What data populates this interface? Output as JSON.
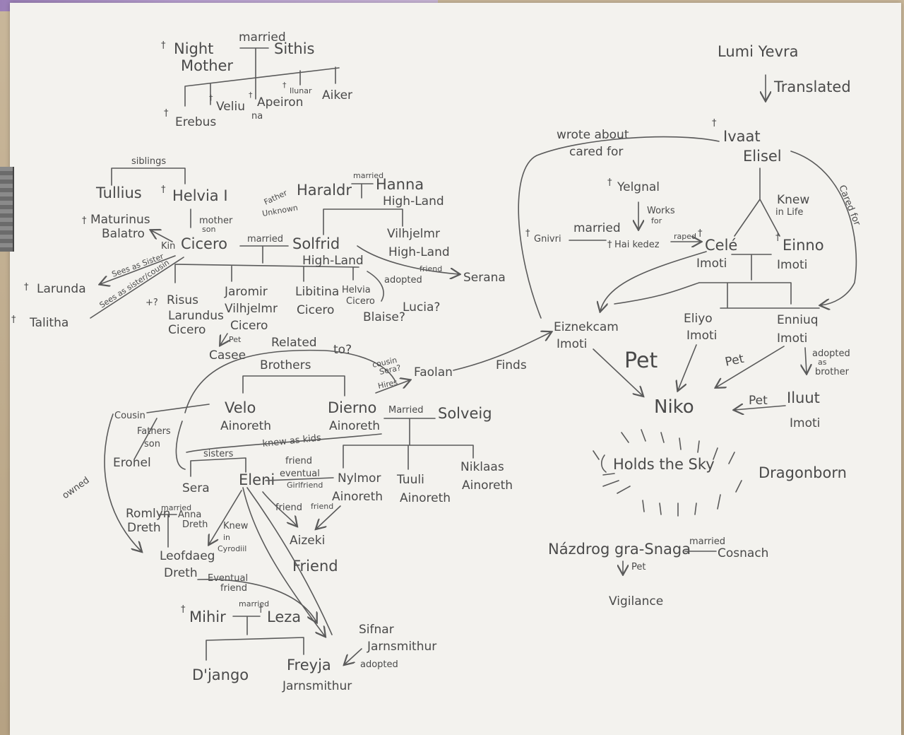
{
  "labels": {
    "night_mother_name": "Night",
    "night_mother_name2": "Mother",
    "sithis": "Sithis",
    "married_1": "married",
    "dagger": "†",
    "erebus": "Erebus",
    "veliuana": "Veliu",
    "veliuana2": "na",
    "apeiron": "Apeiron",
    "ilunar": "Ilunar",
    "aiker": "Aiker",
    "siblings": "siblings",
    "tullius": "Tullius",
    "helvia": "Helvia I",
    "maturinus": "Maturinus",
    "balatro": "Balatro",
    "kin": "Kin",
    "cicero": "Cicero",
    "mother_son": "mother",
    "mother_son2": "son",
    "father_unknown": "Father",
    "father_unknown2": "Unknown",
    "haraldr": "Haraldr",
    "hanna": "Hanna",
    "hanna2": "High-Land",
    "married_2": "married",
    "married_3": "married",
    "solfrid": "Solfrid",
    "solfrid2": "High-Land",
    "vilhjelmr": "Vilhjelmr",
    "vilhjelmr2": "High-Land",
    "friend_1": "friend",
    "serana": "Serana",
    "adopted_1": "adopted",
    "larunda": "Larunda",
    "talitha": "Talitha",
    "sees_as_sister_1": "Sees as Sister",
    "sees_as_sister_2": "Sees as sister/cousin",
    "risus": "Risus",
    "risus2": "Larundus",
    "risus3": "Cicero",
    "q2": "+?",
    "jaromir": "Jaromir",
    "jaromir2": "Vilhjelmr",
    "jaromir3": "Cicero",
    "libitina": "Libitina",
    "libitina2": "Cicero",
    "helvia2": "Helvia",
    "helvia2b": "Cicero",
    "blaise": "Blaise?",
    "lucia": "Lucia?",
    "pet_1": "Pet",
    "casee": "Casee",
    "related": "Related",
    "to_q": "to?",
    "cousin_sera": "cousin",
    "cousin_sera2": "Sera?",
    "hires": "Hires",
    "faolan": "Faolan",
    "finds": "Finds",
    "brothers": "Brothers",
    "cousin_1": "Cousin",
    "fathers_son": "Fathers",
    "fathers_son2": "son",
    "velo": "Velo",
    "velo2": "Ainoreth",
    "dierno": "Dierno",
    "dierno2": "Ainoreth",
    "married_4": "Married",
    "solveig": "Solveig",
    "knew_as_kids": "knew as kids",
    "owned": "owned",
    "eronel": "Eronel",
    "sisters": "sisters",
    "sera": "Sera",
    "eleni": "Eleni",
    "friend_eventual": "friend",
    "friend_eventual2": "eventual",
    "friend_eventual3": "Girlfriend",
    "nylmor": "Nylmor",
    "nylmor2": "Ainoreth",
    "tuuli": "Tuuli",
    "tuuli2": "Ainoreth",
    "niklaas": "Niklaas",
    "niklaas2": "Ainoreth",
    "romlyn": "Romlyn",
    "romlyn2": "Dreth",
    "married_5": "married",
    "anna": "Anna",
    "anna2": "Dreth",
    "knew_cyrodiil": "Knew",
    "knew_cyrodiil2": "in",
    "knew_cyrodiil3": "Cyrodiil",
    "friend_2": "friend",
    "friend_3": "friend",
    "aizeki": "Aizeki",
    "friend_big": "Friend",
    "leofdaeg": "Leofdaeg",
    "leofdaeg2": "Dreth",
    "eventual_friend": "Eventual",
    "eventual_friend2": "friend",
    "mihir": "Mihir",
    "married_6": "married",
    "leza": "Leza",
    "sifnar": "Sifnar",
    "sifnar2": "Jarnsmithur",
    "adopted_2": "adopted",
    "django": "D'jango",
    "freyja": "Freyja",
    "freyja2": "Jarnsmithur",
    "lumi_yevra": "Lumi Yevra",
    "translated": "Translated",
    "wrote_about": "wrote about",
    "cared_for": "cared for",
    "ivaat": "Ivaat",
    "ivaat2": "Elisel",
    "cared_for_2": "Cared for",
    "yelgnal": "Yelgnal",
    "works_for": "Works",
    "works_for2": "for",
    "knew_in_life": "Knew",
    "knew_in_life2": "in Life",
    "gnivri": "Gnivri",
    "married_7": "married",
    "haikedez": "Hai kedez",
    "raped": "raped",
    "cele": "Celé",
    "cele2": "Imoti",
    "einno": "Einno",
    "einno2": "Imoti",
    "eiznekcam": "Eiznekcam",
    "eiznekcam2": "Imoti",
    "eliyo": "Eliyo",
    "eliyo2": "Imoti",
    "enniuq": "Enniuq",
    "enniuq2": "Imoti",
    "pet_big": "Pet",
    "pet_2": "Pet",
    "adopted_brother": "adopted",
    "adopted_brother2": "as",
    "adopted_brother3": "brother",
    "niko": "Niko",
    "pet_3": "Pet",
    "iluut": "Iluut",
    "iluut2": "Imoti",
    "holds_the_sky": "Holds the Sky",
    "dragonborn": "Dragonborn",
    "nazdrog": "Názdrog gra-Snaga",
    "married_8": "married",
    "cosnach": "Cosnach",
    "pet_4": "Pet",
    "vigilance": "Vigilance"
  }
}
